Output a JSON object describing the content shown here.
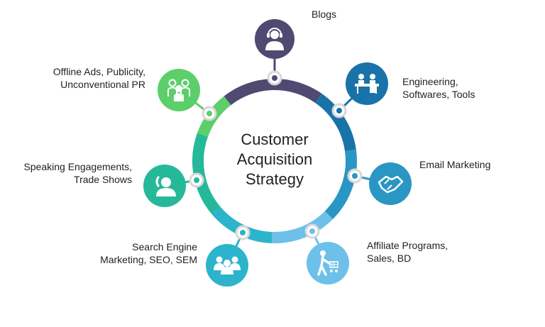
{
  "title_lines": [
    "Customer",
    "Acquisition",
    "Strategy"
  ],
  "nodes": [
    {
      "id": "blogs",
      "lines": [
        "Blogs"
      ],
      "icon": "call-center-agent-icon",
      "color": "#4f4a72"
    },
    {
      "id": "engineering",
      "lines": [
        "Engineering,",
        "Softwares, Tools"
      ],
      "icon": "team-at-desk-icon",
      "color": "#1a73a8"
    },
    {
      "id": "email",
      "lines": [
        "Email Marketing"
      ],
      "icon": "handshake-icon",
      "color": "#2a96c4"
    },
    {
      "id": "affiliate",
      "lines": [
        "Affiliate Programs,",
        "Sales, BD"
      ],
      "icon": "shopping-cart-person-icon",
      "color": "#6cc0ea"
    },
    {
      "id": "search",
      "lines": [
        "Search Engine",
        "Marketing, SEO, SEM"
      ],
      "icon": "users-group-icon",
      "color": "#2cb4cc"
    },
    {
      "id": "speaking",
      "lines": [
        "Speaking Engagements,",
        "Trade Shows"
      ],
      "icon": "phone-person-icon",
      "color": "#25b99a"
    },
    {
      "id": "offline",
      "lines": [
        "Offline Ads, Publicity,",
        "Unconventional PR"
      ],
      "icon": "crowd-icon",
      "color": "#5ccf6a"
    }
  ]
}
